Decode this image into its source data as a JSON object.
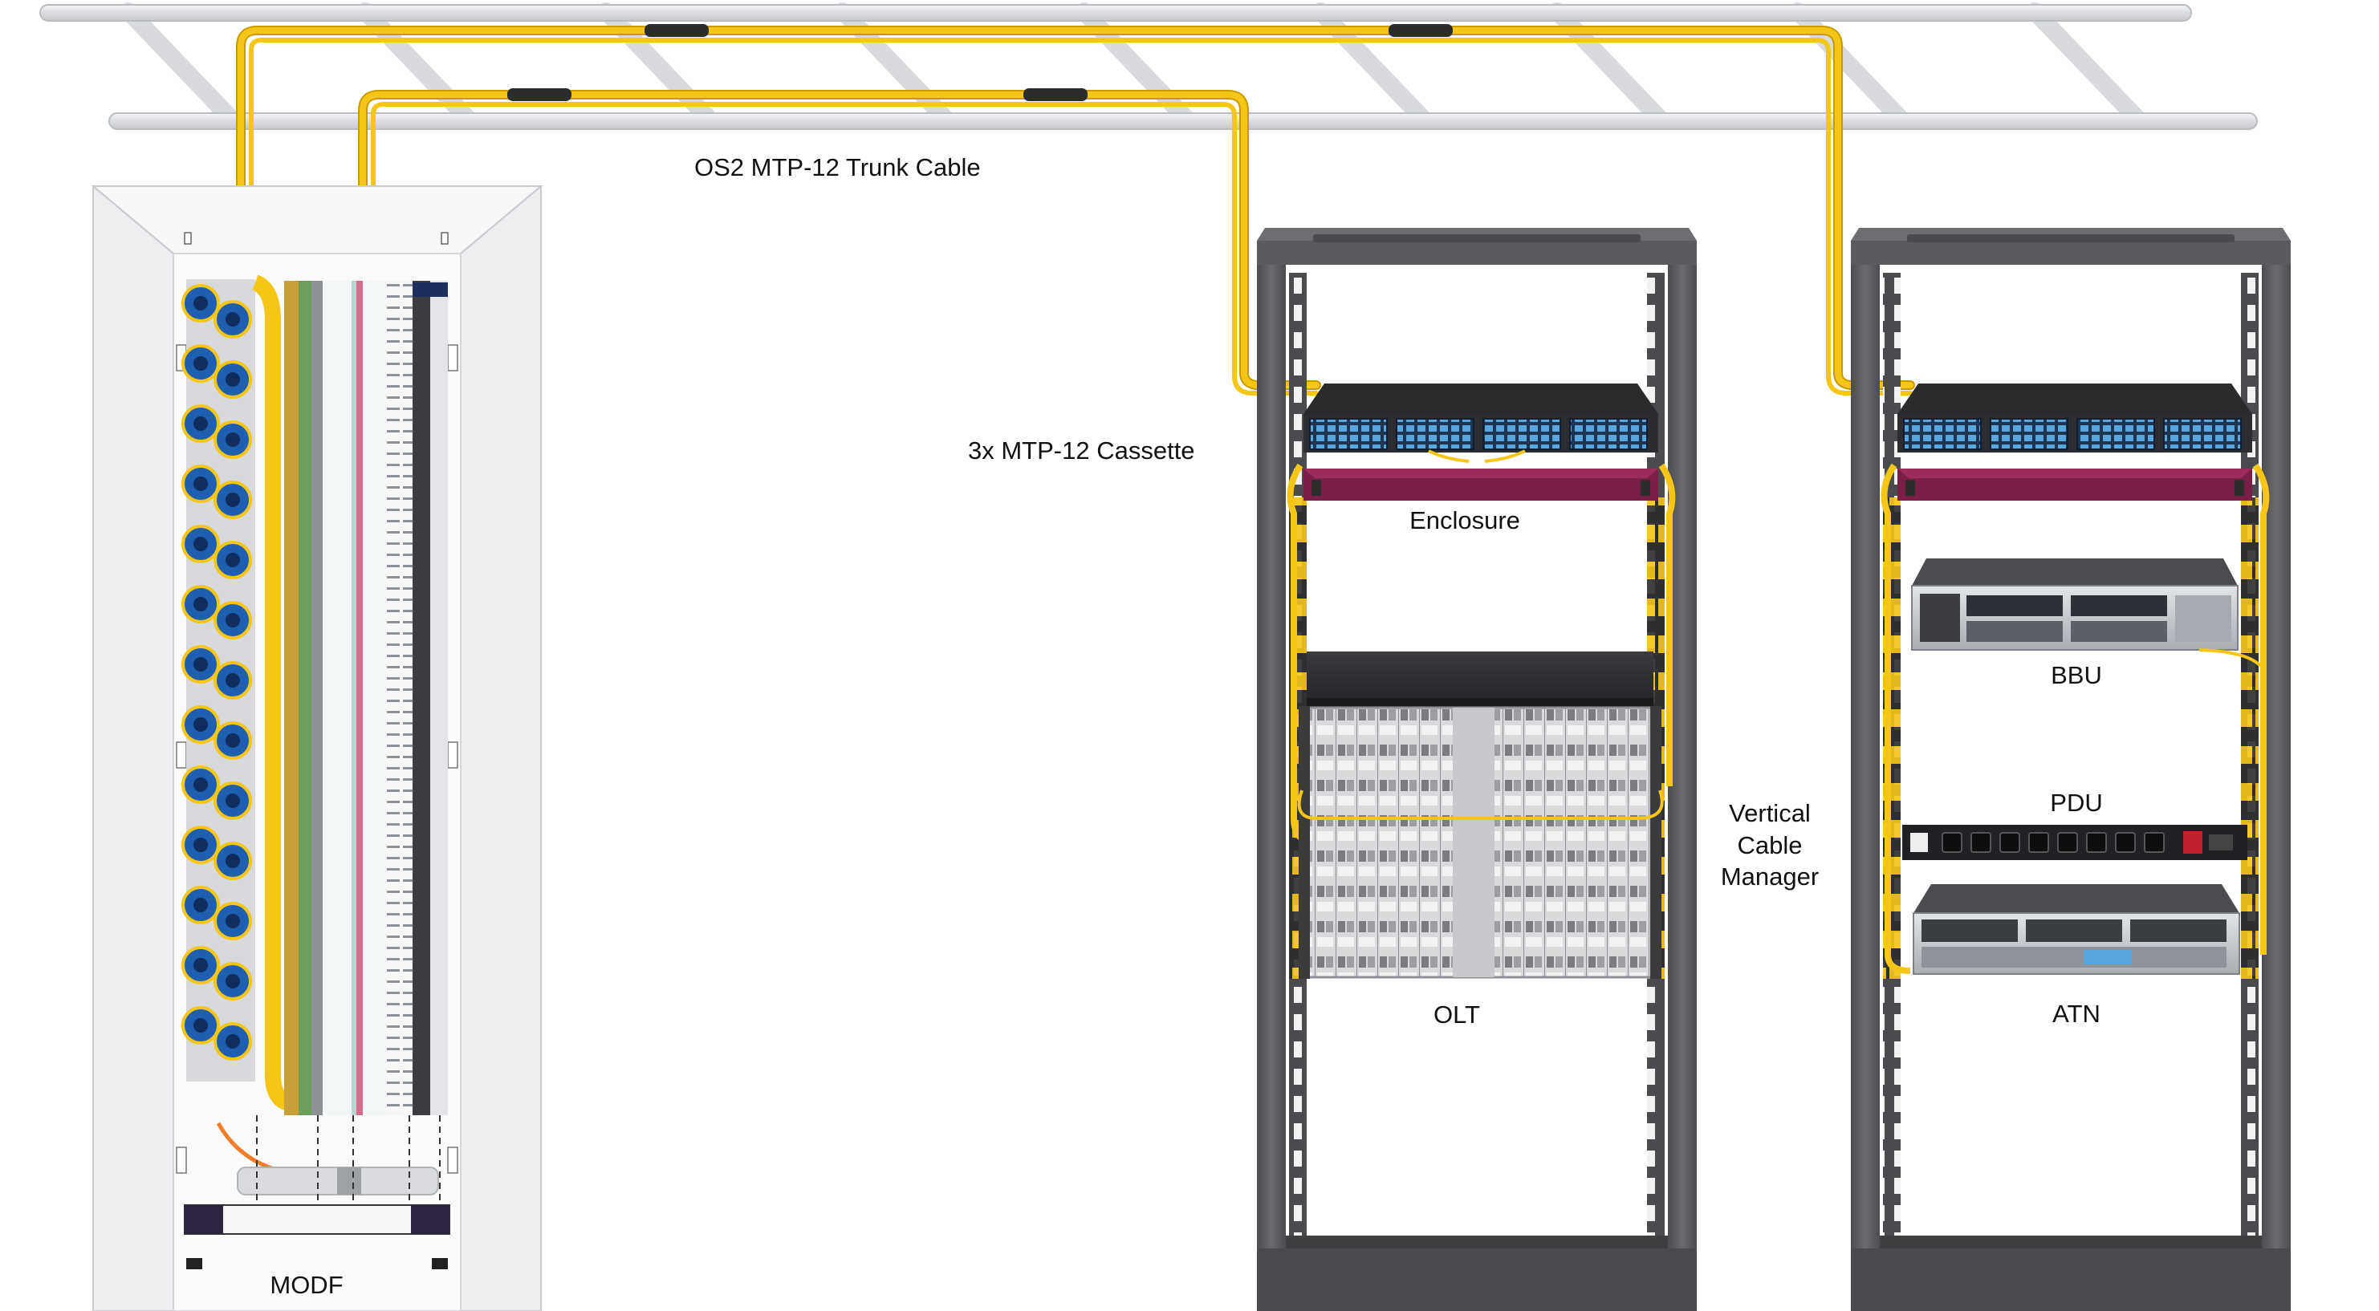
{
  "labels": {
    "trunk_cable": "OS2 MTP-12 Trunk Cable",
    "cassette": "3x MTP-12 Cassette",
    "enclosure": "Enclosure",
    "olt": "OLT",
    "vcm_line1": "Vertical",
    "vcm_line2": "Cable",
    "vcm_line3": "Manager",
    "bbu": "BBU",
    "pdu": "PDU",
    "atn": "ATN",
    "modf": "MODF"
  },
  "colors": {
    "fiber": "#f5c518",
    "fiber_dark": "#c99a00",
    "tray": "#e2e4e8",
    "rack": "#5c5d60",
    "rack_dark": "#3e3f41",
    "enclosure_panel": "#7a1f45",
    "port_blue": "#5aa7e0",
    "modf_blue": "#1e5fb0",
    "modf_frame": "#eeeef0"
  }
}
